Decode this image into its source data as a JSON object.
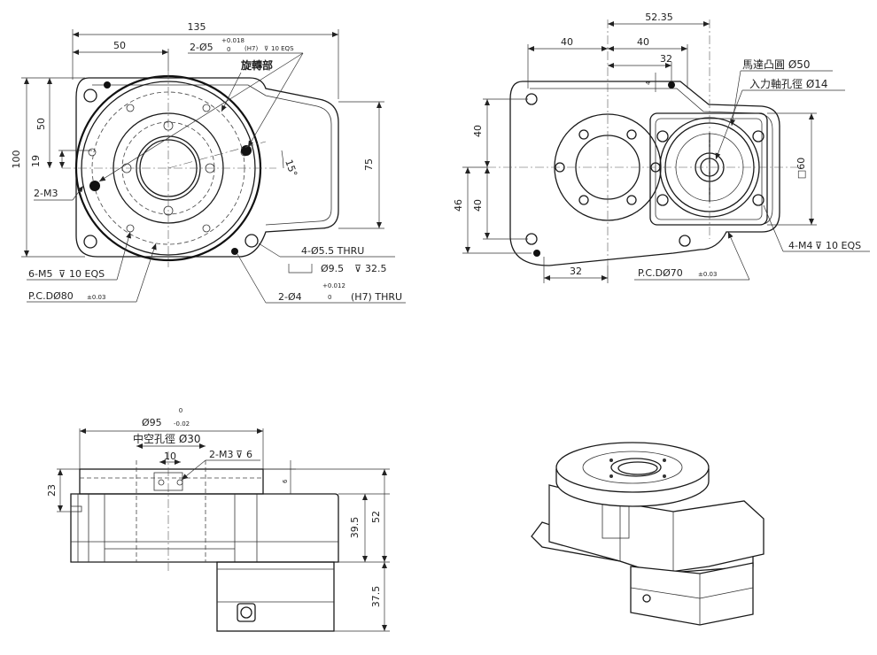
{
  "top_view": {
    "dim_width": "135",
    "dim_half_width": "50",
    "dim_height": "100",
    "dim_upper": "50",
    "dim_offset": "19",
    "dim_right_height": "75",
    "angle": "15°",
    "pin_hole_top": "2-Ø5",
    "pin_tol_top": "+0.018",
    "pin_tol_zero": "0",
    "pin_fit_top": "(H7)",
    "pin_depth_top": "10 EQS",
    "rotating_part": "旋轉部",
    "tap_m3": "2-M3",
    "tap_m5": "6-M5",
    "tap_m5_depth": "10 EQS",
    "pcd_label": "P.C.DØ80",
    "pcd_tol": "±0.03"
  },
  "base_notes": {
    "thru_hole": "4-Ø5.5 THRU",
    "counterbore": "Ø9.5",
    "counterbore_depth": "32.5",
    "pin_hole": "2-Ø4",
    "pin_tol": "+0.012",
    "pin_zero": "0",
    "pin_fit": "(H7) THRU"
  },
  "right_view": {
    "dim_total": "52.35",
    "dim_left": "40",
    "dim_right": "40",
    "dim_small": "32",
    "dim_4": "4",
    "dim_40a": "40",
    "dim_40b": "40",
    "dim_46": "46",
    "dim_square": "□60",
    "motor_boss": "馬達凸圓 Ø50",
    "input_shaft": "入力軸孔徑 Ø14",
    "tap_m4": "4-M4",
    "tap_m4_depth": "10 EQS",
    "dim_bottom": "32",
    "pcd_label": "P.C.DØ70",
    "pcd_tol": "±0.03"
  },
  "front_view": {
    "dia_zero": "0",
    "dia_label": "Ø95",
    "dia_tol": "-0.02",
    "hollow_label": "中空孔徑 Ø30",
    "dim_10": "10",
    "tap_m3": "2-M3",
    "tap_m3_depth": "6",
    "dim_23": "23",
    "dim_6": "6",
    "dim_395": "39.5",
    "dim_52": "52",
    "dim_375": "37.5"
  }
}
